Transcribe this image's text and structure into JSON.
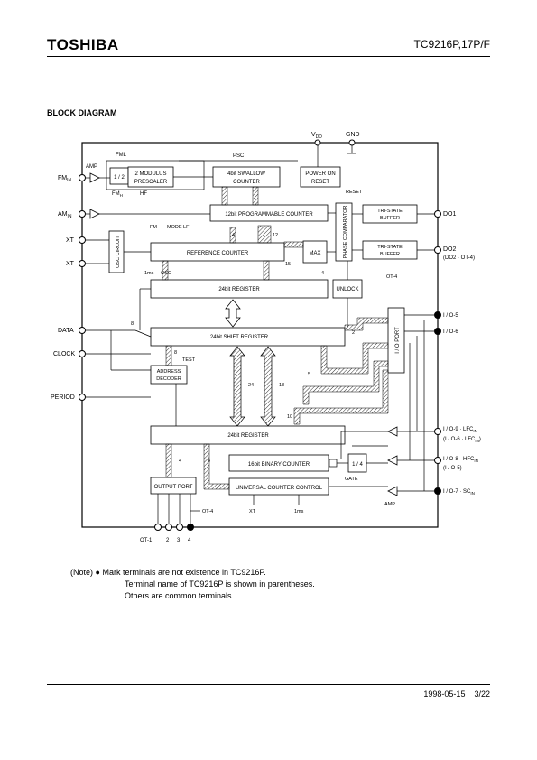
{
  "header": {
    "brand": "TOSHIBA",
    "part_number": "TC9216P,17P/F"
  },
  "section_title": "BLOCK DIAGRAM",
  "diagram": {
    "power": {
      "vdd": "V",
      "vdd_sub": "DD",
      "gnd": "GND"
    },
    "blocks": {
      "fml": "FML",
      "div": "1 / 2",
      "fmh": "FM",
      "fmh_sub": "H",
      "hf": "HF",
      "psc": "PSC",
      "prescaler_1": "2 MODULUS",
      "prescaler_2": "PRESCALER",
      "swallow_1": "4bit SWALLOW",
      "swallow_2": "COUNTER",
      "por_1": "POWER ON",
      "por_2": "RESET",
      "reset": "RESET",
      "prog_counter": "12bit PROGRAMMABLE COUNTER",
      "phase_comp": "PHASE COMPARATOR",
      "tri1_1": "TRI-STATE",
      "tri1_2": "BUFFER",
      "tri2_1": "TRI-STATE",
      "tri2_2": "BUFFER",
      "osc_circuit": "OSC CIRCUIT",
      "fm": "FM",
      "mode_lf": "MODE LF",
      "ref_counter": "REFERENCE COUNTER",
      "max": "MAX",
      "unlock": "UNLOCK",
      "ms1": "1ms",
      "osc": "OSC",
      "reg24a": "24bit REGISTER",
      "shift_reg": "24bit SHIFT REGISTER",
      "test": "TEST",
      "addr_1": "ADDRESS",
      "addr_2": "DECODER",
      "io_port": "I / O PORT",
      "reg24b": "24bit REGISTER",
      "bin_counter": "16bit BINARY COUNTER",
      "div4": "1 / 4",
      "gate": "GATE",
      "output_port": "OUTPUT PORT",
      "ucc": "UNIVERSAL COUNTER CONTROL",
      "xt_in": "XT",
      "ms_in": "1ms",
      "amp": "AMP",
      "amp2": "AMP"
    },
    "bus_widths": [
      "4",
      "12",
      "15",
      "4",
      "8",
      "24",
      "18",
      "5",
      "10",
      "4",
      "4",
      "2",
      "8"
    ],
    "pins_left": [
      {
        "label": "FM",
        "sub": "IN"
      },
      {
        "label": "AM",
        "sub": "IN"
      },
      {
        "label": "XT"
      },
      {
        "label": "XT"
      },
      {
        "label": "DATA"
      },
      {
        "label": "CLOCK"
      },
      {
        "label": "PERIOD"
      }
    ],
    "pins_right": [
      {
        "label": "DO1"
      },
      {
        "label": "DO2",
        "sub": "(DO2 · OT-4)"
      },
      {
        "label": "OT-4"
      },
      {
        "label": "I / O-5"
      },
      {
        "label": "I / O-6"
      },
      {
        "label": "I / O-9 · LFC",
        "sub_in": "IN",
        "sub": "(I / O-6 · LFC",
        "sub_paren": ")"
      },
      {
        "label": "I / O-8 · HFC",
        "sub_in": "IN",
        "sub": "(I / O-5)"
      },
      {
        "label": "I / O-7 · SC",
        "sub_in": "IN"
      }
    ],
    "pins_bottom": [
      "OT-1",
      "2",
      "3",
      "4"
    ],
    "ot4_label": "OT-4"
  },
  "note": {
    "prefix": "(Note)",
    "bullet": "●",
    "line1": "Mark terminals are not existence in TC9216P.",
    "line2": "Terminal name of TC9216P is shown in parentheses.",
    "line3": "Others are common terminals."
  },
  "footer": {
    "date": "1998-05-15",
    "page": "3/22"
  }
}
